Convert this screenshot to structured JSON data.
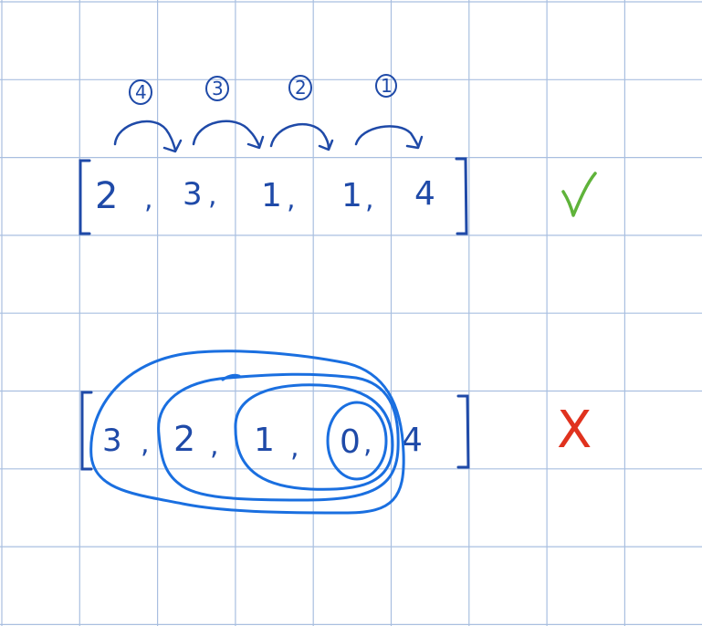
{
  "colors": {
    "grid": "#a9bfe0",
    "ink": "#1f4aa8",
    "loop": "#1a6fe0",
    "check": "#5fb33a",
    "cross": "#e0321e"
  },
  "top_row": {
    "bracket_open": "[",
    "bracket_close": "]",
    "values": [
      "2",
      "3",
      "1",
      "1",
      "4"
    ],
    "commas": [
      ",",
      ",",
      ",",
      ","
    ],
    "jump_labels": [
      "4",
      "3",
      "2",
      "1"
    ],
    "result_mark": "✓",
    "result_icon": "check-icon"
  },
  "bottom_row": {
    "bracket_open": "[",
    "bracket_close": "]",
    "values": [
      "3",
      "2",
      "1",
      "0",
      "4"
    ],
    "commas": [
      ",",
      ",",
      ",",
      ","
    ],
    "result_mark": "X",
    "result_icon": "cross-icon"
  }
}
